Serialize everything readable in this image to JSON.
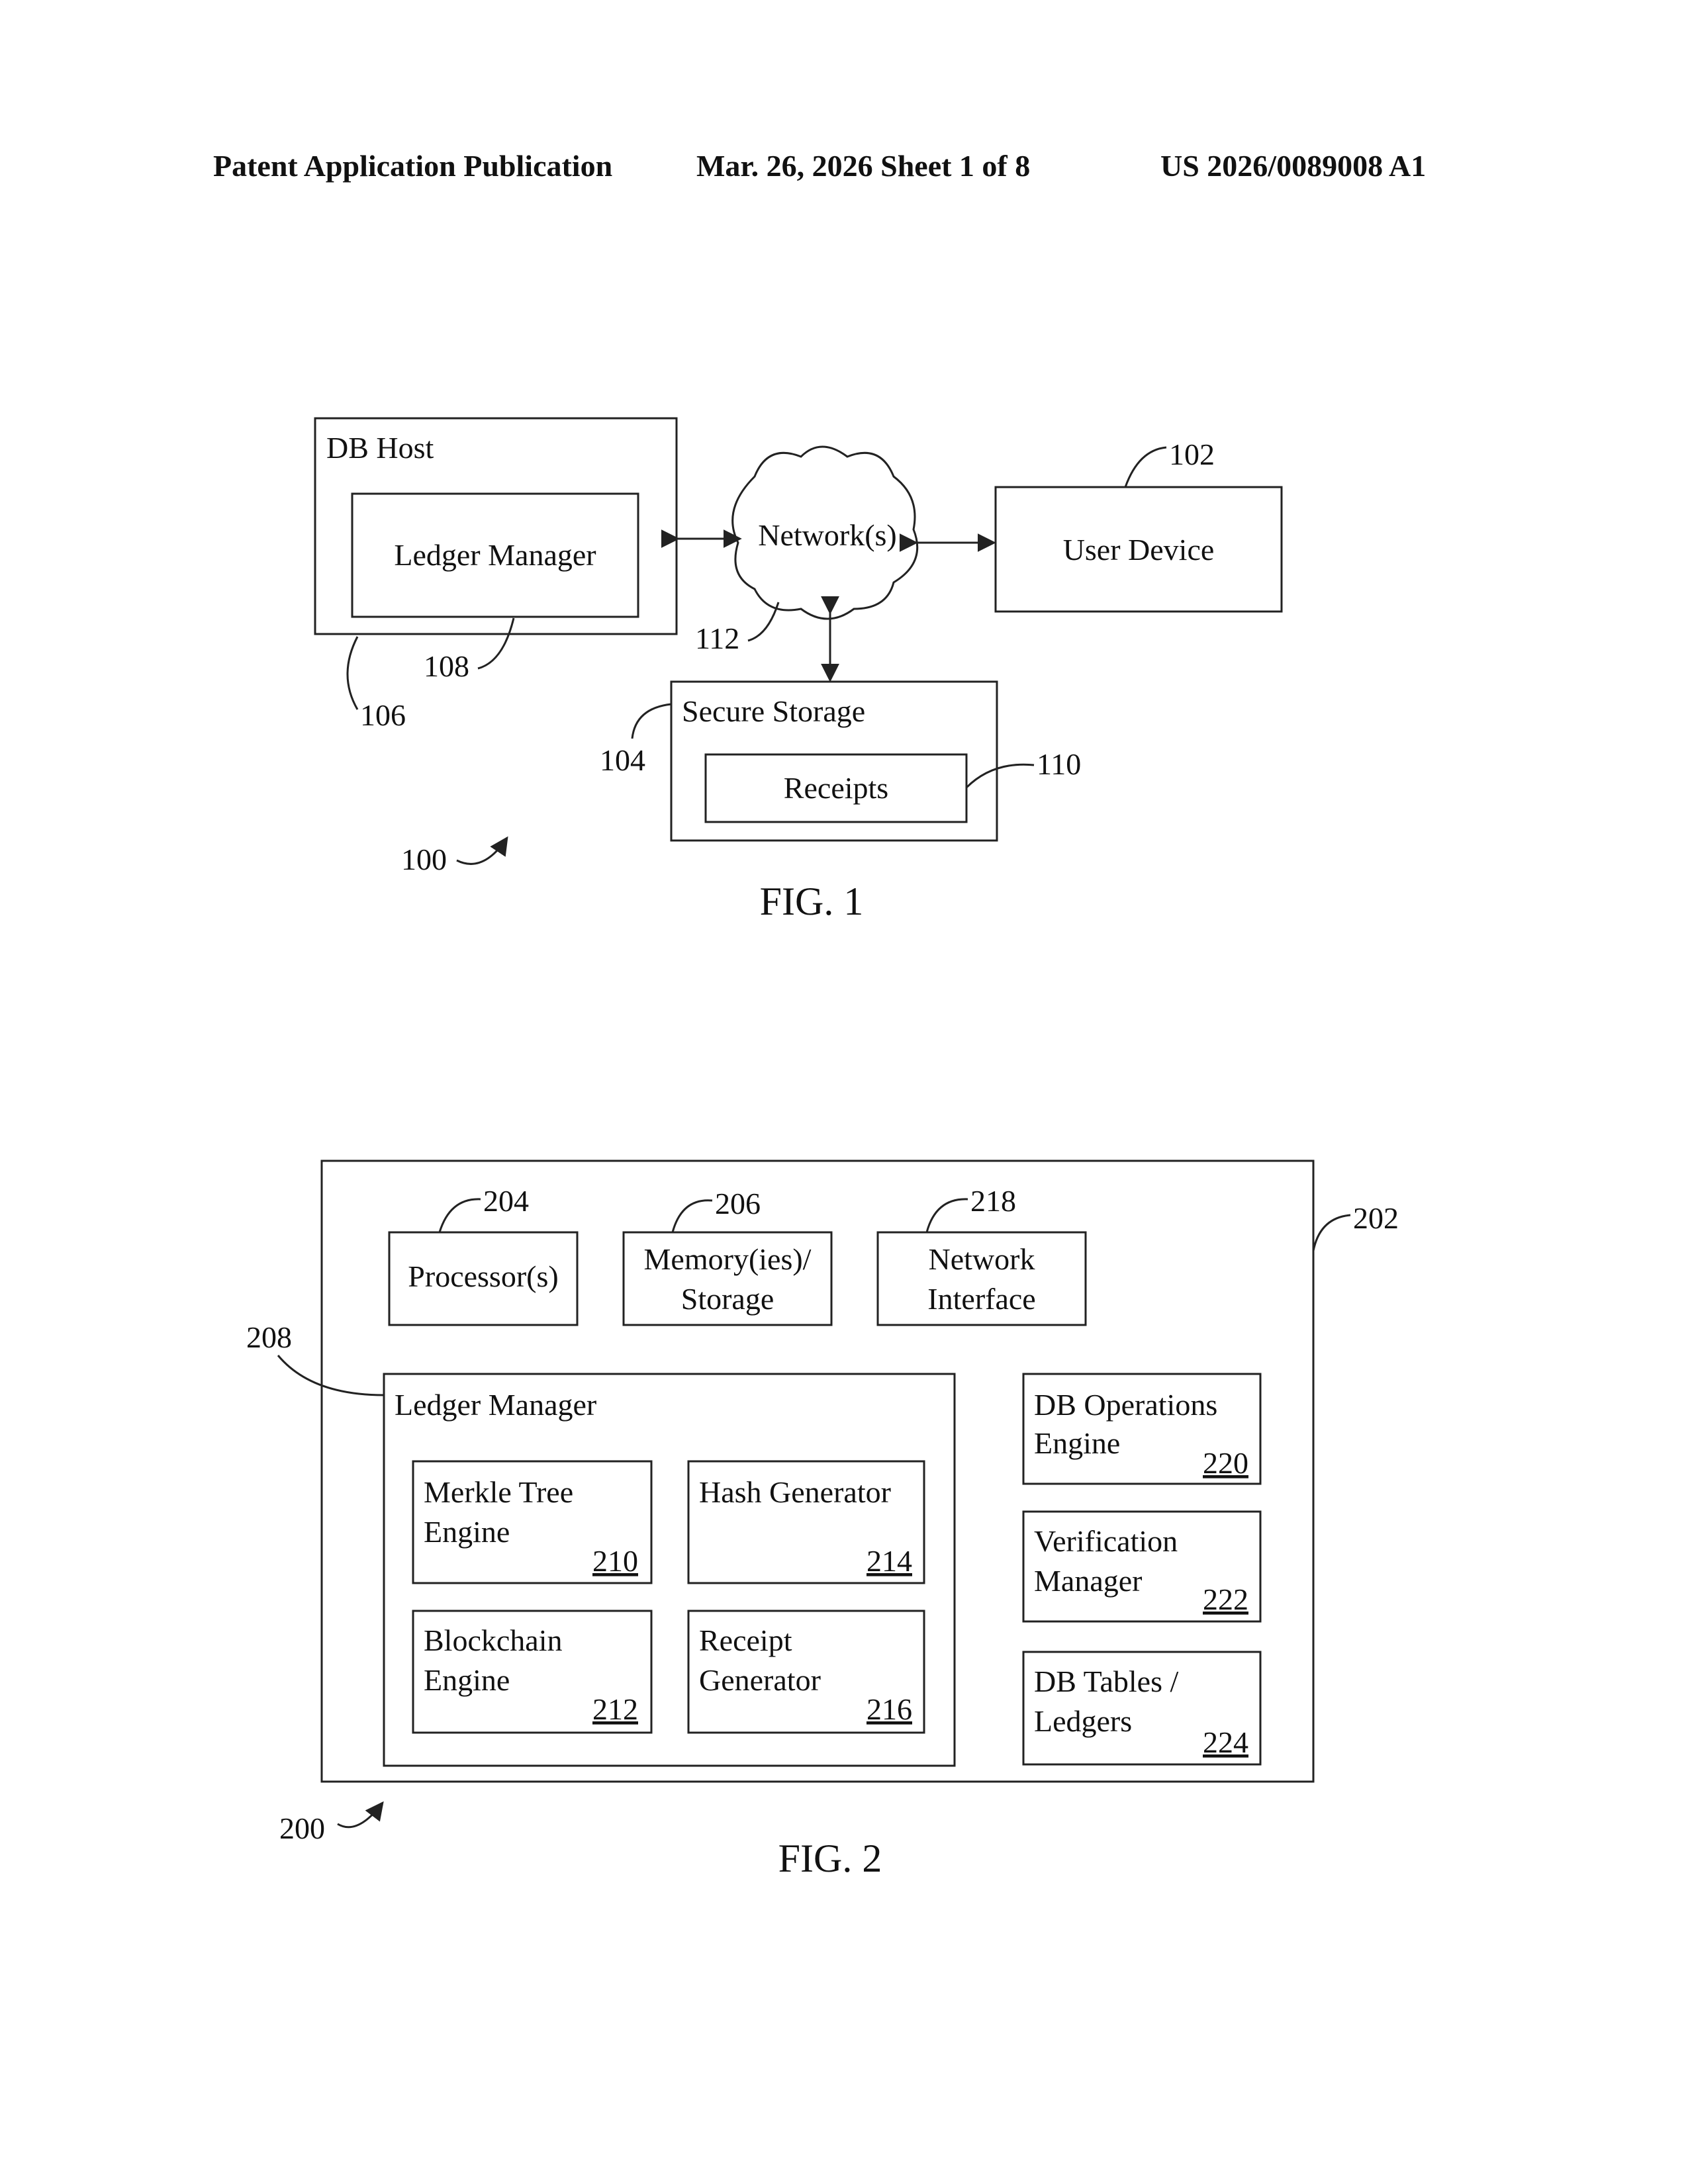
{
  "header": {
    "left": "Patent Application Publication",
    "middle": "Mar. 26, 2026  Sheet 1 of 8",
    "right": "US 2026/0089008 A1"
  },
  "fig1": {
    "caption": "FIG. 1",
    "db_host": "DB Host",
    "ledger_manager": "Ledger Manager",
    "network": "Network(s)",
    "user_device": "User Device",
    "secure_storage": "Secure Storage",
    "receipts": "Receipts",
    "refs": {
      "system": "100",
      "user_device": "102",
      "secure_storage": "104",
      "db_host": "106",
      "ledger_manager": "108",
      "receipts": "110",
      "network": "112"
    }
  },
  "fig2": {
    "caption": "FIG. 2",
    "processors": "Processor(s)",
    "memory_line1": "Memory(ies)/",
    "memory_line2": "Storage",
    "network_iface_line1": "Network",
    "network_iface_line2": "Interface",
    "ledger_manager": "Ledger Manager",
    "merkle_line1": "Merkle Tree",
    "merkle_line2": "Engine",
    "hash_gen": "Hash Generator",
    "blockchain_line1": "Blockchain",
    "blockchain_line2": "Engine",
    "receipt_gen_line1": "Receipt",
    "receipt_gen_line2": "Generator",
    "db_ops_line1": "DB Operations",
    "db_ops_line2": "Engine",
    "verification_line1": "Verification",
    "verification_line2": "Manager",
    "db_tables_line1": "DB Tables /",
    "db_tables_line2": "Ledgers",
    "refs": {
      "system": "200",
      "host": "202",
      "processors": "204",
      "memory": "206",
      "ledger_manager": "208",
      "merkle": "210",
      "blockchain": "212",
      "hash_gen": "214",
      "receipt_gen": "216",
      "network_iface": "218",
      "db_ops": "220",
      "verification": "222",
      "db_tables": "224"
    }
  }
}
